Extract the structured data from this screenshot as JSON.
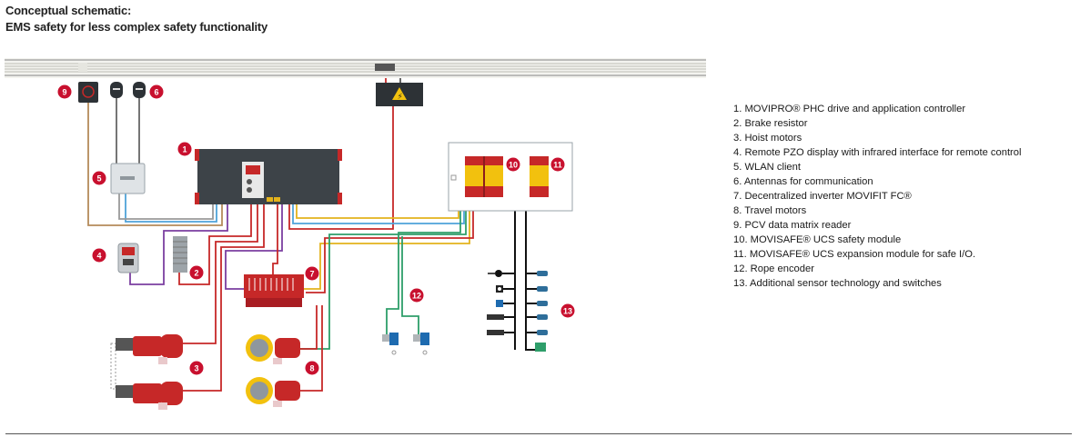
{
  "header": {
    "title_line1": "Conceptual schematic:",
    "title_line2": "EMS safety for less complex safety functionality"
  },
  "legend": {
    "items": [
      "1. MOVIPRO® PHC drive and application controller",
      "2. Brake resistor",
      "3. Hoist motors",
      "4. Remote PZO display with infrared interface for remote control",
      "5. WLAN client",
      "6. Antennas for communication",
      "7. Decentralized inverter MOVIFIT FC®",
      "8. Travel motors",
      "9. PCV data matrix reader",
      "10. MOVISAFE® UCS safety module",
      "11. MOVISAFE® UCS expansion module for safe I/O.",
      "12. Rope encoder",
      "13. Additional sensor technology and switches"
    ]
  },
  "badges": {
    "b1": "1",
    "b2": "2",
    "b3": "3",
    "b4": "4",
    "b5": "5",
    "b6": "6",
    "b7": "7",
    "b8": "8",
    "b9": "9",
    "b10": "10",
    "b11": "11",
    "b12": "12",
    "b13": "13"
  },
  "colors": {
    "badge": "#c8102e",
    "cable_red": "#c62828",
    "cable_blue": "#4fa3d9",
    "cable_green": "#2e9e6a",
    "cable_purple": "#7b3fa0",
    "cable_tan": "#b58b5a",
    "cable_yellow": "#e3b21c",
    "device_dark": "#3d4348",
    "module_yellow": "#f2c10e"
  },
  "icons": {
    "warning": "warning-triangle-icon",
    "key": "key-icon"
  }
}
